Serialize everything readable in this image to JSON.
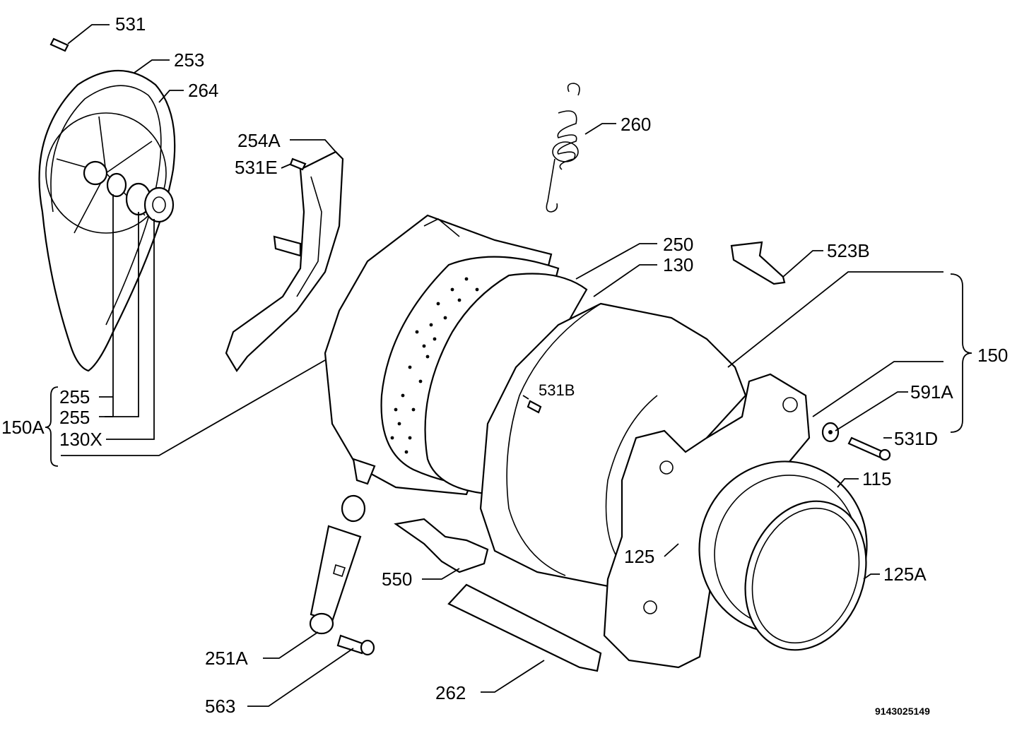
{
  "diagram": {
    "code": "9143025149",
    "labels": {
      "p531": "531",
      "p253": "253",
      "p264": "264",
      "p254a": "254A",
      "p531e": "531E",
      "p260": "260",
      "p250": "250",
      "p130": "130",
      "p523b": "523B",
      "p150": "150",
      "p531b": "531B",
      "p591a": "591A",
      "p531d": "531D",
      "p115": "115",
      "p125": "125",
      "p125a": "125A",
      "p550": "550",
      "p251a": "251A",
      "p563": "563",
      "p262": "262",
      "p255_1": "255",
      "p255_2": "255",
      "p130x": "130X",
      "p150a": "150A"
    }
  }
}
